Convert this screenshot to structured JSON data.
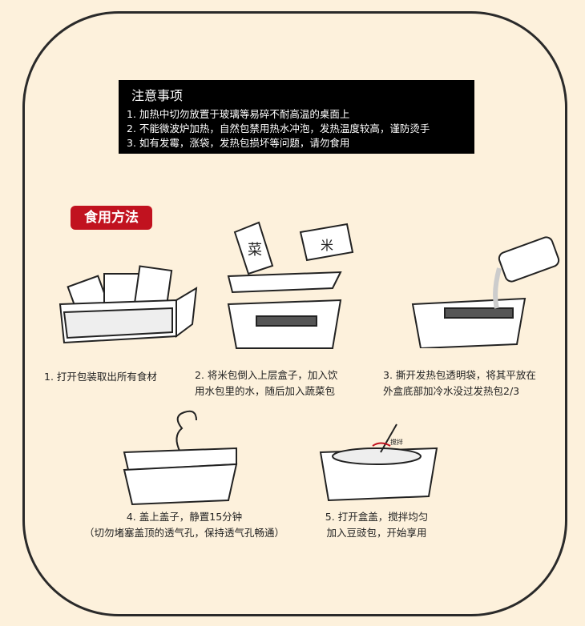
{
  "notice": {
    "title": "注意事项",
    "items": [
      "1. 加热中切勿放置于玻璃等易碎不耐高温的桌面上",
      "2. 不能微波炉加热，自然包禁用热水冲泡，发热温度较高，谨防烫手",
      "3. 如有发霉，涨袋，发热包损坏等问题，请勿食用"
    ]
  },
  "method_badge": "食用方法",
  "illustration_labels": {
    "vegetable": "菜",
    "rice": "米",
    "stir": "搅拌"
  },
  "steps": [
    {
      "line1": "1. 打开包装取出所有食材"
    },
    {
      "line1": "2. 将米包倒入上层盒子，加入饮",
      "line2": "用水包里的水，随后加入蔬菜包"
    },
    {
      "line1": "3. 撕开发热包透明袋，将其平放在",
      "line2": "外盒底部加冷水没过发热包2/3"
    },
    {
      "line1": "4. 盖上盖子，静置15分钟",
      "line2": "（切勿堵塞盖顶的透气孔，保持透气孔畅通）"
    },
    {
      "line1": "5. 打开盒盖，搅拌均匀",
      "line2": "加入豆豉包，开始享用"
    }
  ],
  "colors": {
    "background": "#fdf1dc",
    "accent": "#c1121f",
    "notice_bg": "#000000"
  }
}
